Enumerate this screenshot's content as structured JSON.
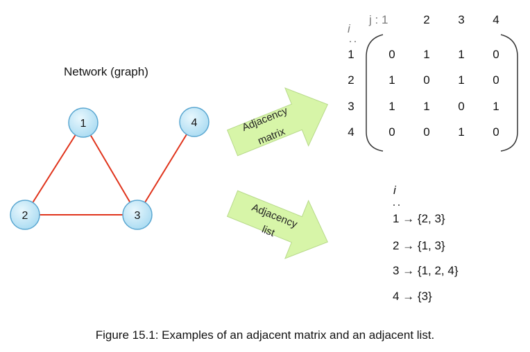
{
  "network": {
    "title": "Network (graph)",
    "nodes": [
      "1",
      "2",
      "3",
      "4"
    ],
    "edges": [
      [
        "1",
        "2"
      ],
      [
        "1",
        "3"
      ],
      [
        "2",
        "3"
      ],
      [
        "3",
        "4"
      ]
    ],
    "colors": {
      "node_fill": "#c9e9f7",
      "node_stroke": "#5aa7d1",
      "edge": "#e0331b"
    }
  },
  "arrows": {
    "matrix_label": [
      "Adjacency",
      "matrix"
    ],
    "list_label": [
      "Adjacency",
      "list"
    ],
    "color": "#d7f5a8"
  },
  "matrix": {
    "row_header": "i",
    "col_header": "j : 1",
    "col_labels": [
      "2",
      "3",
      "4"
    ],
    "row_labels": [
      "1",
      "2",
      "3",
      "4"
    ],
    "rows": [
      [
        "0",
        "1",
        "1",
        "0"
      ],
      [
        "1",
        "0",
        "1",
        "0"
      ],
      [
        "1",
        "1",
        "0",
        "1"
      ],
      [
        "0",
        "0",
        "1",
        "0"
      ]
    ]
  },
  "list": {
    "header": "i",
    "entries": [
      "1 → {2, 3}",
      "2 → {1, 3}",
      "3 → {1, 2, 4}",
      "4 → {3}"
    ]
  },
  "caption": "Figure 15.1: Examples of an adjacent matrix and an adjacent list."
}
